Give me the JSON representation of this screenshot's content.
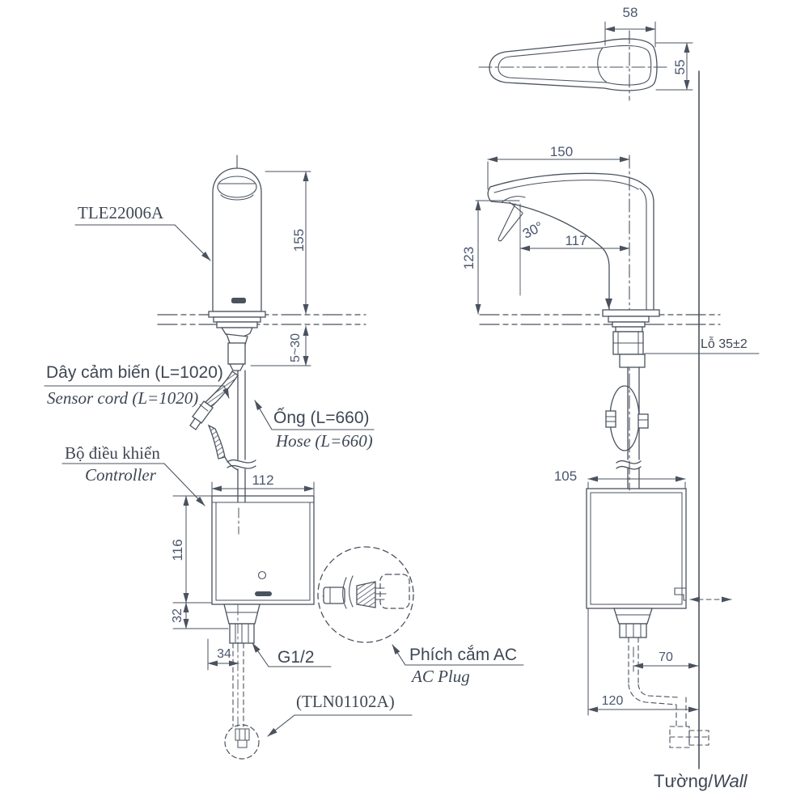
{
  "product": {
    "faucet_code": "TLE22006A",
    "valve_code": "(TLN01102A)"
  },
  "labels": {
    "sensor_cord_vi": "Dây cảm biến (L=1020)",
    "sensor_cord_en": "Sensor cord (L=1020)",
    "hose_vi": "Ống (L=660)",
    "hose_en": "Hose (L=660)",
    "controller_vi": "Bộ điều khiển",
    "controller_en": "Controller",
    "ac_plug_vi": "Phích cắm AC",
    "ac_plug_en": "AC Plug",
    "thread_size": "G1/2",
    "hole_size": "Lỗ 35±2",
    "wall_vi": "Tường/",
    "wall_en": "Wall"
  },
  "dimensions": {
    "top_view_width": "58",
    "top_view_depth": "55",
    "side_total_depth": "150",
    "side_spout_reach": "117",
    "side_spout_height": "123",
    "spout_angle": "30°",
    "front_height_above_deck": "155",
    "deck_thickness_range": "5~30",
    "controller_front_width": "112",
    "controller_front_height": "116",
    "controller_shank_length": "32",
    "supply_offset": "34",
    "controller_side_depth": "105",
    "drain_to_wall": "70",
    "controller_to_wall": "120"
  }
}
